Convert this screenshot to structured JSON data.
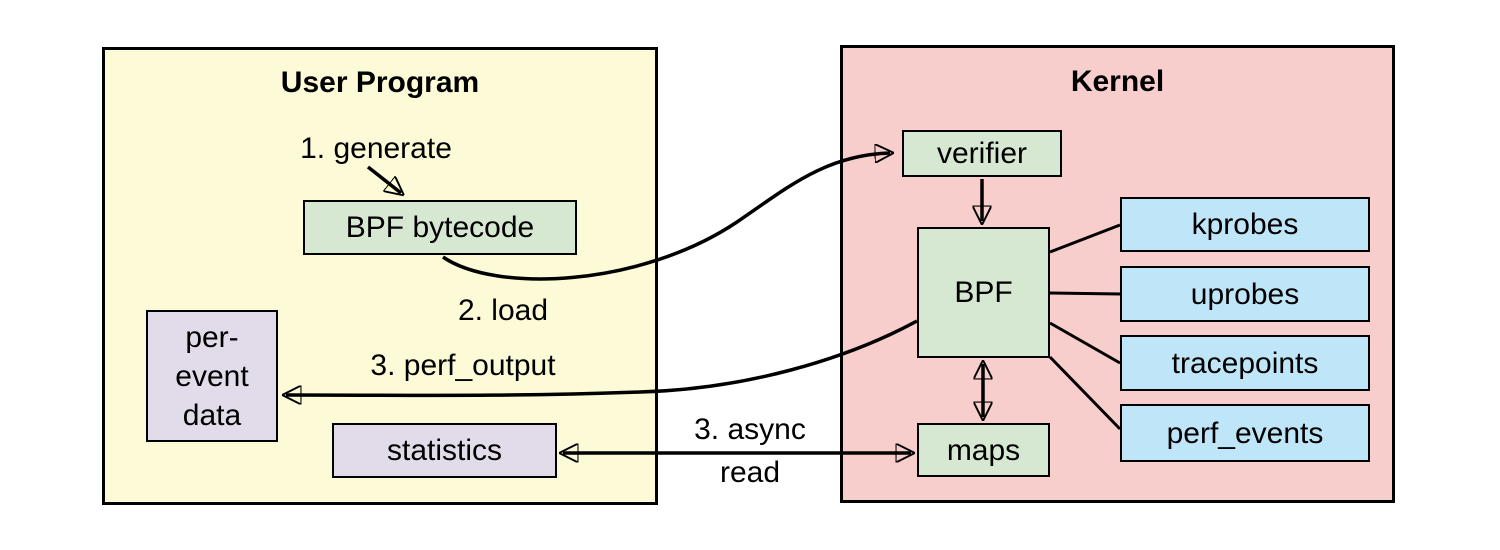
{
  "diagram": {
    "user_program": {
      "title": "User Program",
      "bpf_bytecode": "BPF bytecode",
      "per_event_data_line1": "per-",
      "per_event_data_line2": "event",
      "per_event_data_line3": "data",
      "statistics": "statistics"
    },
    "kernel": {
      "title": "Kernel",
      "verifier": "verifier",
      "bpf": "BPF",
      "maps": "maps",
      "event_sources": [
        "kprobes",
        "uprobes",
        "tracepoints",
        "perf_events"
      ]
    },
    "flow_labels": {
      "generate": "1. generate",
      "load": "2. load",
      "perf_output": "3. perf_output",
      "async_read_line1": "3. async",
      "async_read_line2": "read"
    },
    "colors": {
      "user_program_bg": "#FCFAD7",
      "kernel_bg": "#F8CECC",
      "process_box": "#D6E7D2",
      "event_source_box": "#BFE6F8",
      "output_box": "#E2DBEA",
      "line": "#000000"
    }
  }
}
